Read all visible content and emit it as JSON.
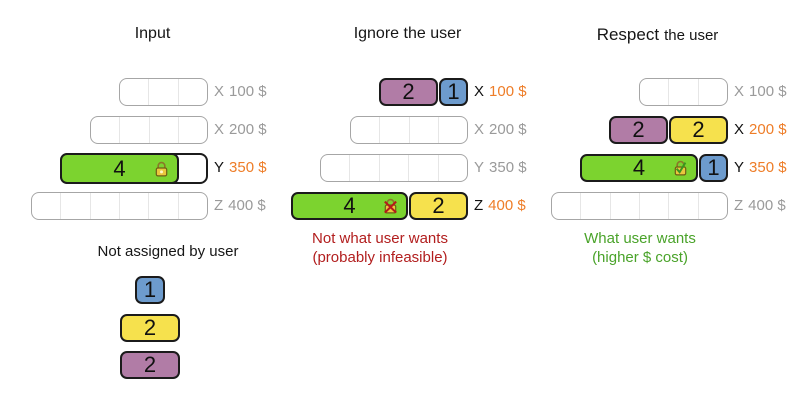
{
  "colors": {
    "block_green": "#7cd32f",
    "block_yellow": "#f6e14d",
    "block_purple": "#b17ca6",
    "block_blue": "#6d9bcd",
    "price_orange": "#ee7d28",
    "label_gray": "#9a9a9a",
    "caption_red": "#b21e1e",
    "caption_green": "#4aa32a",
    "border_dark": "#1b1b1b",
    "cell_divider": "#e6e6e6"
  },
  "columns": [
    {
      "title": "Input",
      "rows": [
        {
          "machine": "X",
          "price": "100 $",
          "capacity": 3
        },
        {
          "machine": "X",
          "price": "200 $",
          "capacity": 4
        },
        {
          "machine": "Y",
          "price": "350 $",
          "capacity": 5,
          "pinned": true,
          "blocks": [
            {
              "value": "4",
              "color": "green",
              "size": 4,
              "icon": "padlock"
            }
          ]
        },
        {
          "machine": "Z",
          "price": "400 $",
          "capacity": 6
        }
      ],
      "unassigned": {
        "label": "Not assigned by user",
        "blocks": [
          {
            "value": "1",
            "color": "blue",
            "size": 1
          },
          {
            "value": "2",
            "color": "yellow",
            "size": 2
          },
          {
            "value": "2",
            "color": "purple",
            "size": 2
          }
        ]
      }
    },
    {
      "title": "Ignore the user",
      "rows": [
        {
          "machine": "X",
          "price": "100 $",
          "capacity": 3,
          "blocks": [
            {
              "value": "2",
              "color": "purple",
              "size": 2
            },
            {
              "value": "1",
              "color": "blue",
              "size": 1
            }
          ]
        },
        {
          "machine": "X",
          "price": "200 $",
          "capacity": 4
        },
        {
          "machine": "Y",
          "price": "350 $",
          "capacity": 5
        },
        {
          "machine": "Z",
          "price": "400 $",
          "capacity": 6,
          "blocks": [
            {
              "value": "4",
              "color": "green",
              "size": 4,
              "icon": "padlock-crossed"
            },
            {
              "value": "2",
              "color": "yellow",
              "size": 2
            }
          ]
        }
      ],
      "caption": {
        "line1": "Not what user wants",
        "line2": "(probably infeasible)"
      }
    },
    {
      "title_big": "Respect",
      "title_small": "the user",
      "rows": [
        {
          "machine": "X",
          "price": "100 $",
          "capacity": 3
        },
        {
          "machine": "X",
          "price": "200 $",
          "capacity": 4,
          "blocks": [
            {
              "value": "2",
              "color": "purple",
              "size": 2
            },
            {
              "value": "2",
              "color": "yellow",
              "size": 2
            }
          ]
        },
        {
          "machine": "Y",
          "price": "350 $",
          "capacity": 5,
          "blocks": [
            {
              "value": "4",
              "color": "green",
              "size": 4,
              "icon": "padlock-checked"
            },
            {
              "value": "1",
              "color": "blue",
              "size": 1
            }
          ]
        },
        {
          "machine": "Z",
          "price": "400 $",
          "capacity": 6
        }
      ],
      "caption": {
        "line1": "What user wants",
        "line2": "(higher $ cost)"
      }
    }
  ]
}
